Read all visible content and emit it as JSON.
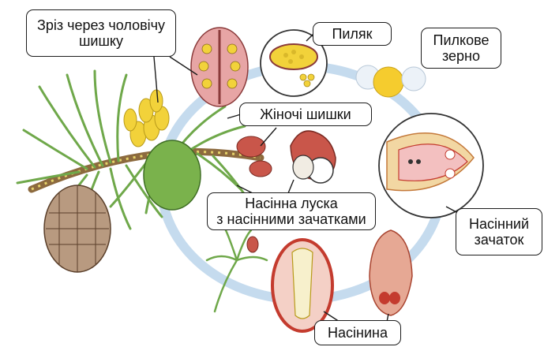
{
  "labels": {
    "male_cone_section": [
      "Зріз через чоловічу",
      "шишку"
    ],
    "anther": "Пиляк",
    "pollen_grain": [
      "Пилкове",
      "зерно"
    ],
    "female_cones": "Жіночі шишки",
    "seed_scale": [
      "Насінна луска",
      "з насінними зачатками"
    ],
    "ovule": [
      "Насінний",
      "зачаток"
    ],
    "seed": "Насінина"
  },
  "colors": {
    "cycle_ring": "#c5dbee",
    "needle_green": "#6fa84a",
    "pollen_yellow": "#f2d23a",
    "cone_brown": "#8b6a4e",
    "cone_red": "#c9564a",
    "ovule_red": "#c43b2e"
  }
}
